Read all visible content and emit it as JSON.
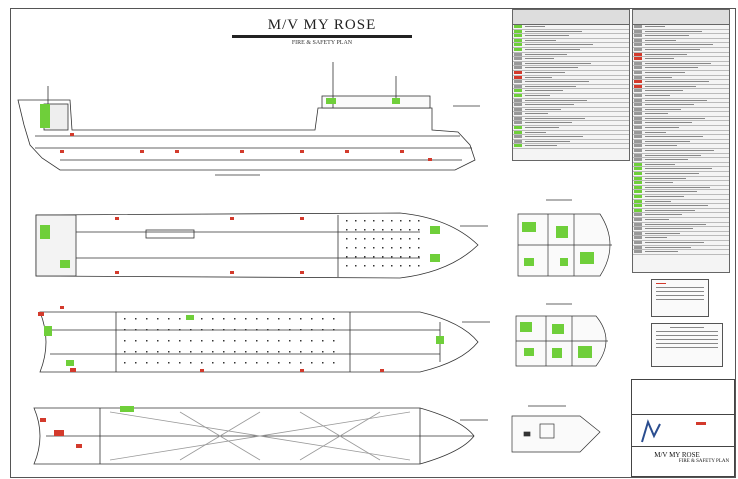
{
  "drawing": {
    "title": "M/V MY ROSE",
    "subtitle": "FIRE & SAFETY PLAN"
  },
  "title_block": {
    "vessel_name": "M/V MY ROSE",
    "plan_name": "FIRE & SAFETY PLAN"
  },
  "colors": {
    "safety_green": "#6fcf3a",
    "fire_red": "#d33a2c",
    "line": "#333333"
  }
}
